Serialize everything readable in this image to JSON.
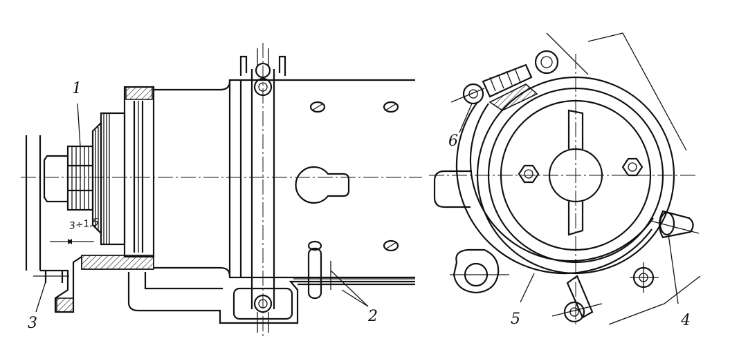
{
  "diagram": {
    "callouts": [
      {
        "id": "1",
        "text": "1"
      },
      {
        "id": "2",
        "text": "2"
      },
      {
        "id": "3",
        "text": "3"
      },
      {
        "id": "4",
        "text": "4"
      },
      {
        "id": "5",
        "text": "5"
      },
      {
        "id": "6",
        "text": "6"
      }
    ],
    "dimension": "3÷1,5"
  }
}
